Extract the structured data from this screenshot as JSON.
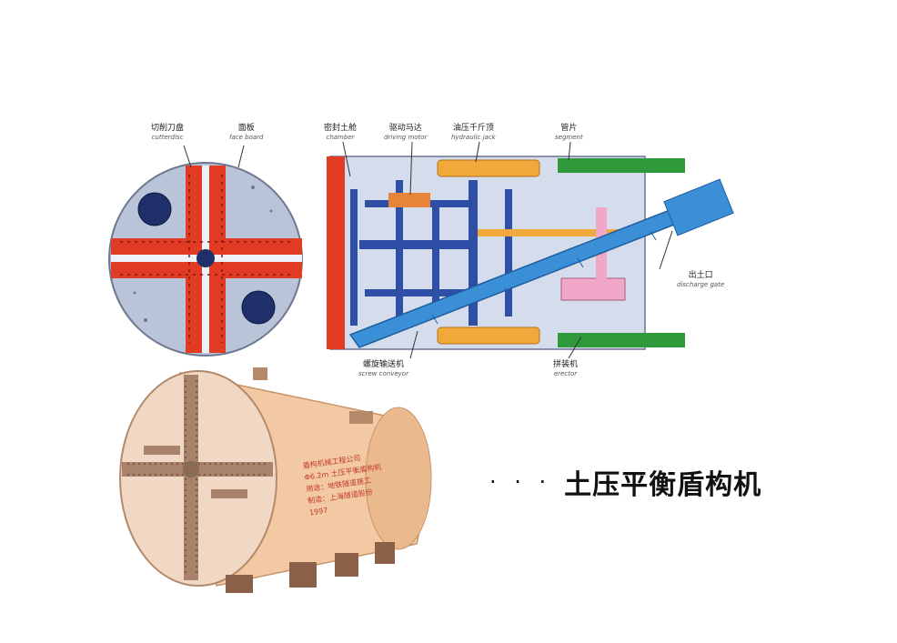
{
  "caption": {
    "bullets": "· · ·",
    "title": "土压平衡盾构机"
  },
  "labels": {
    "cutter": {
      "cn": "切削刀盘",
      "en": "cutterdisc"
    },
    "face": {
      "cn": "面板",
      "en": "face board"
    },
    "chamber": {
      "cn": "密封土舱",
      "en": "chamber"
    },
    "motor": {
      "cn": "驱动马达",
      "en": "driving motor"
    },
    "jack": {
      "cn": "油压千斤顶",
      "en": "hydraulic jack"
    },
    "segment": {
      "cn": "管片",
      "en": "segment"
    },
    "discharge": {
      "cn": "出土口",
      "en": "discharge gate"
    },
    "screw": {
      "cn": "螺旋输送机",
      "en": "screw conveyor"
    },
    "erector": {
      "cn": "拼装机",
      "en": "erector"
    }
  },
  "machine_text": [
    "盾构机械工程公司",
    "Φ6.2m 土压平衡盾构机",
    "用途：地铁隧道施工",
    "制造：上海隧道股份",
    "1997"
  ],
  "colors": {
    "red": "#e23b24",
    "blue": "#3b8fd6",
    "orange": "#f2a93b",
    "green": "#2e9a3c",
    "disc": "#b8c3d6"
  }
}
